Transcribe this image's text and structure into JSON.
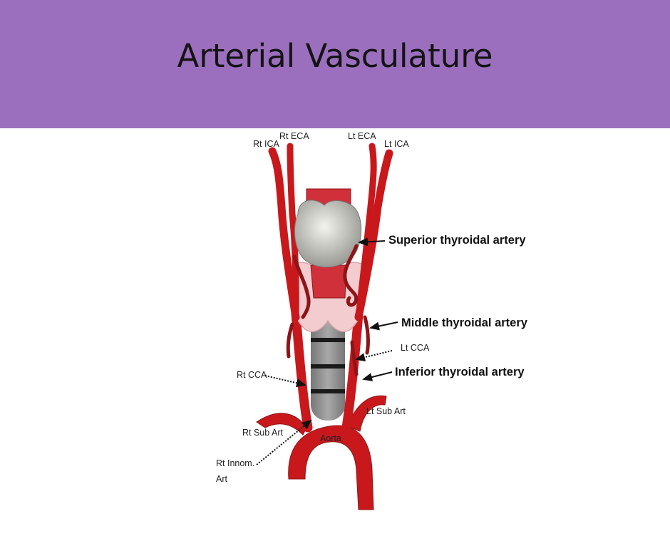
{
  "slide": {
    "title": "Arterial Vasculature",
    "header_color": "#9b6fbd"
  },
  "diagram": {
    "labels": {
      "rt_ica": "Rt ICA",
      "rt_eca": "Rt ECA",
      "lt_eca": "Lt ECA",
      "lt_ica": "Lt ICA",
      "superior_thyroidal": "Superior thyroidal artery",
      "middle_thyroidal": "Middle thyroidal artery",
      "lt_cca": "Lt CCA",
      "inferior_thyroidal": "Inferior thyroidal artery",
      "rt_cca": "Rt CCA",
      "lt_sub_art": "Lt Sub Art",
      "rt_sub_art": "Rt Sub Art",
      "aorta": "Aorta",
      "rt_innom_line1": "Rt Innom.",
      "rt_innom_line2": "Art"
    },
    "colors": {
      "artery": "#c8181c",
      "artery_dark": "#8e1418",
      "thyroid": "#f2cccf",
      "cartilage": "#d4d4cc",
      "trachea": "#8c8c8c",
      "muscle": "#d0303a"
    }
  }
}
